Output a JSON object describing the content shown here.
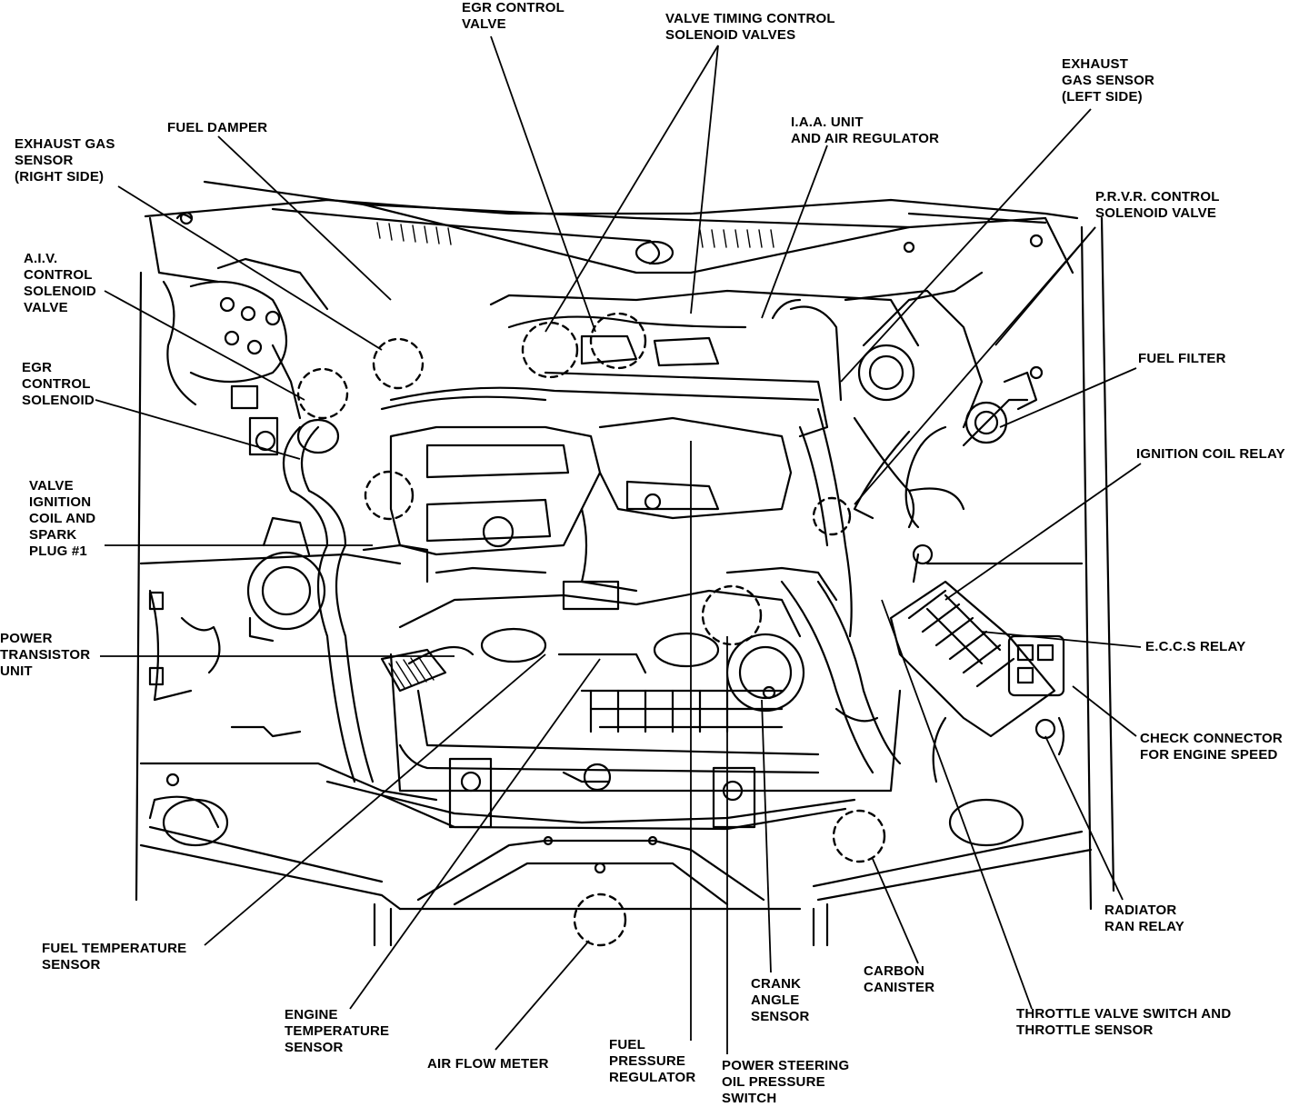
{
  "labels": {
    "egr_control_valve": [
      "EGR CONTROL",
      "VALVE"
    ],
    "valve_timing": [
      "VALVE TIMING CONTROL",
      "SOLENOID VALVES"
    ],
    "exhaust_gas_left": [
      "EXHAUST",
      "GAS SENSOR",
      "(LEFT SIDE)"
    ],
    "fuel_damper": [
      "FUEL DAMPER"
    ],
    "iaa_unit": [
      "I.A.A. UNIT",
      "AND AIR REGULATOR"
    ],
    "exhaust_gas_right": [
      "EXHAUST GAS",
      "SENSOR",
      "(RIGHT SIDE)"
    ],
    "prvr_control": [
      "P.R.V.R. CONTROL",
      "SOLENOID VALVE"
    ],
    "aiv_control": [
      "A.I.V.",
      "CONTROL",
      "SOLENOID",
      "VALVE"
    ],
    "fuel_filter": [
      "FUEL FILTER"
    ],
    "egr_control_solenoid": [
      "EGR",
      "CONTROL",
      "SOLENOID"
    ],
    "ignition_coil_relay": [
      "IGNITION COIL RELAY"
    ],
    "valve_ignition_coil": [
      "VALVE",
      "IGNITION",
      "COIL AND",
      "SPARK",
      "PLUG #1"
    ],
    "power_transistor": [
      "POWER",
      "TRANSISTOR",
      "UNIT"
    ],
    "eccs_relay": [
      "E.C.C.S RELAY"
    ],
    "check_connector": [
      "CHECK CONNECTOR",
      "FOR ENGINE SPEED"
    ],
    "radiator_relay": [
      "RADIATOR",
      "RAN RELAY"
    ],
    "fuel_temp_sensor": [
      "FUEL TEMPERATURE",
      "SENSOR"
    ],
    "carbon_canister": [
      "CARBON",
      "CANISTER"
    ],
    "crank_angle": [
      "CRANK",
      "ANGLE",
      "SENSOR"
    ],
    "throttle_valve": [
      "THROTTLE VALVE SWITCH AND",
      "THROTTLE SENSOR"
    ],
    "engine_temp_sensor": [
      "ENGINE",
      "TEMPERATURE",
      "SENSOR"
    ],
    "air_flow_meter": [
      "AIR FLOW METER"
    ],
    "fuel_pressure_regulator": [
      "FUEL",
      "PRESSURE",
      "REGULATOR"
    ],
    "ps_oil_pressure_switch": [
      "POWER STEERING",
      "OIL PRESSURE",
      "SWITCH"
    ]
  }
}
